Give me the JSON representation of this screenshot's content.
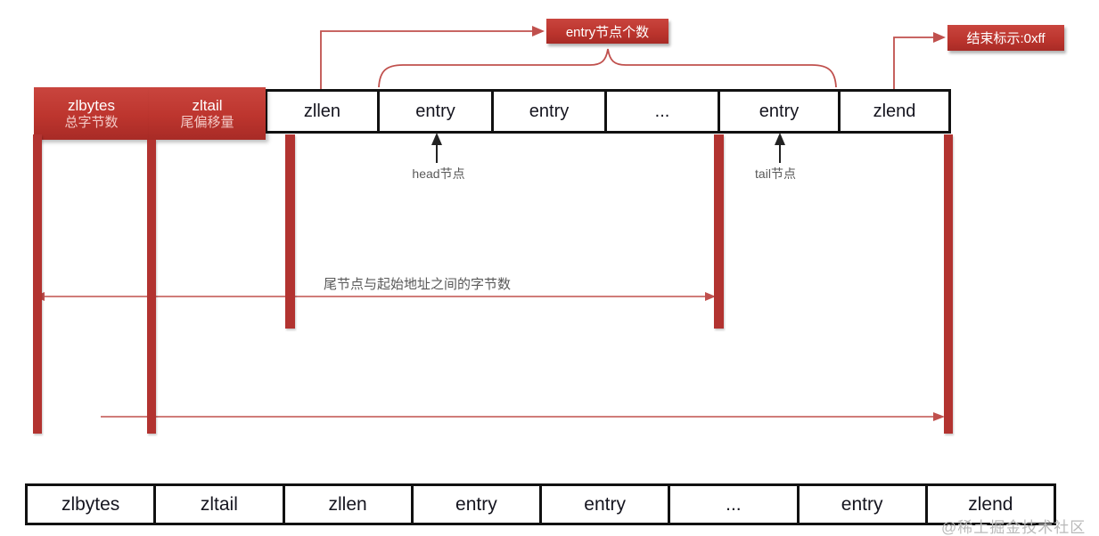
{
  "diagram": {
    "title_context": "Redis ziplist structure diagram",
    "top_annotations": {
      "entry_count_label": "entry节点个数",
      "end_marker_label": "结束标示:0xff"
    },
    "top_row": {
      "zlbytes_title": "zlbytes",
      "zlbytes_subtitle": "总字节数",
      "zltail_title": "zltail",
      "zltail_subtitle": "尾偏移量",
      "cells": [
        "zllen",
        "entry",
        "entry",
        "...",
        "entry",
        "zlend"
      ]
    },
    "pointers": {
      "head_label": "head节点",
      "tail_label": "tail节点"
    },
    "measures": {
      "tail_offset_label": "尾节点与起始地址之间的字节数"
    },
    "bottom_row": {
      "cells": [
        "zlbytes",
        "zltail",
        "zllen",
        "entry",
        "entry",
        "...",
        "entry",
        "zlend"
      ]
    },
    "watermark": "@稀土掘金技术社区",
    "colors": {
      "box_red": "#bd352e",
      "bar_red": "#b23330",
      "line_red": "#c0504d",
      "border_black": "#111111",
      "label_gray": "#595959",
      "watermark_gray": "#b9b9b9"
    }
  }
}
